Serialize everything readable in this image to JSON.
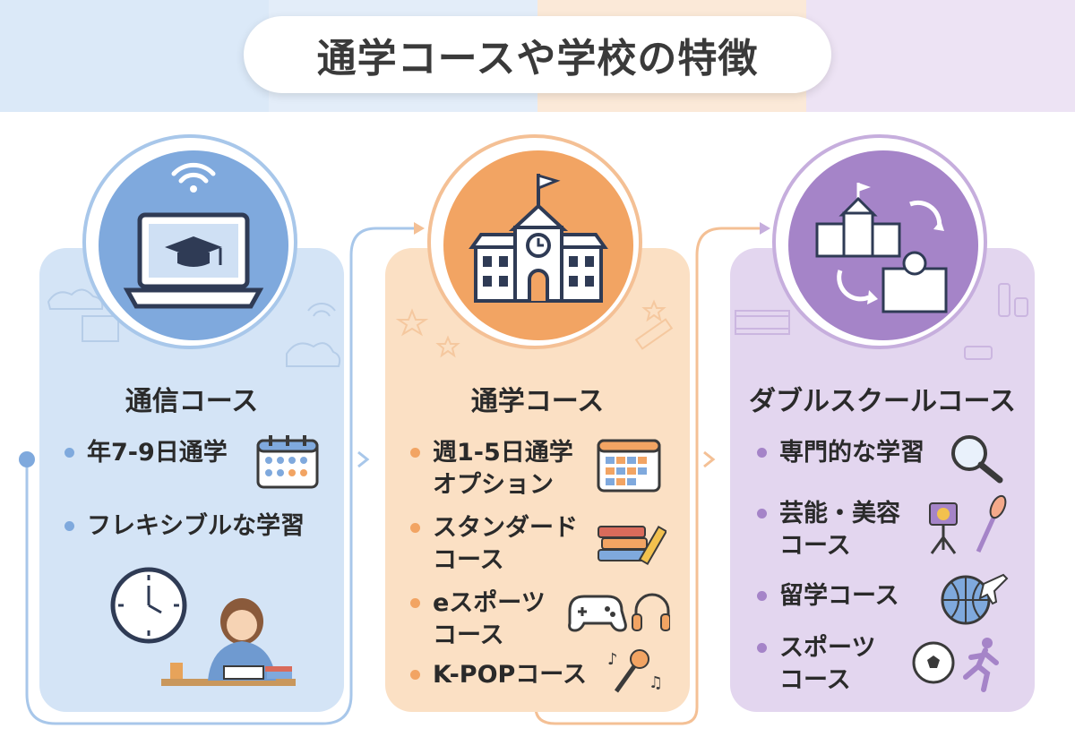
{
  "title": "通学コースや学校の特徴",
  "colors": {
    "blue": "#7fa9dd",
    "orange": "#f2a463",
    "purple": "#a584c8"
  },
  "cards": [
    {
      "title": "通信コース",
      "icon": "laptop-graduation-cap-icon",
      "items": [
        {
          "label": "年7-9日通学",
          "icon": "calendar-icon"
        },
        {
          "label": "フレキシブルな学習",
          "icon": ""
        }
      ],
      "illustration": "clock-and-student-studying-illustration"
    },
    {
      "title": "通学コース",
      "icon": "school-building-icon",
      "items": [
        {
          "label": "週1-5日通学\nオプション",
          "icon": "weekly-calendar-icon"
        },
        {
          "label": "スタンダード\nコース",
          "icon": "books-and-pencil-icon"
        },
        {
          "label": "eスポーツ\nコース",
          "icon": "gamepad-headphones-icon"
        },
        {
          "label": "K-POPコース",
          "icon": "microphone-music-icon"
        }
      ]
    },
    {
      "title": "ダブルスクールコース",
      "icon": "two-schools-exchange-icon",
      "items": [
        {
          "label": "専門的な学習",
          "icon": "magnifier-icon"
        },
        {
          "label": "芸能・美容\nコース",
          "icon": "spotlight-makeup-brush-icon"
        },
        {
          "label": "留学コース",
          "icon": "globe-airplane-icon"
        },
        {
          "label": "スポーツ\nコース",
          "icon": "soccer-runner-icon"
        }
      ]
    }
  ]
}
